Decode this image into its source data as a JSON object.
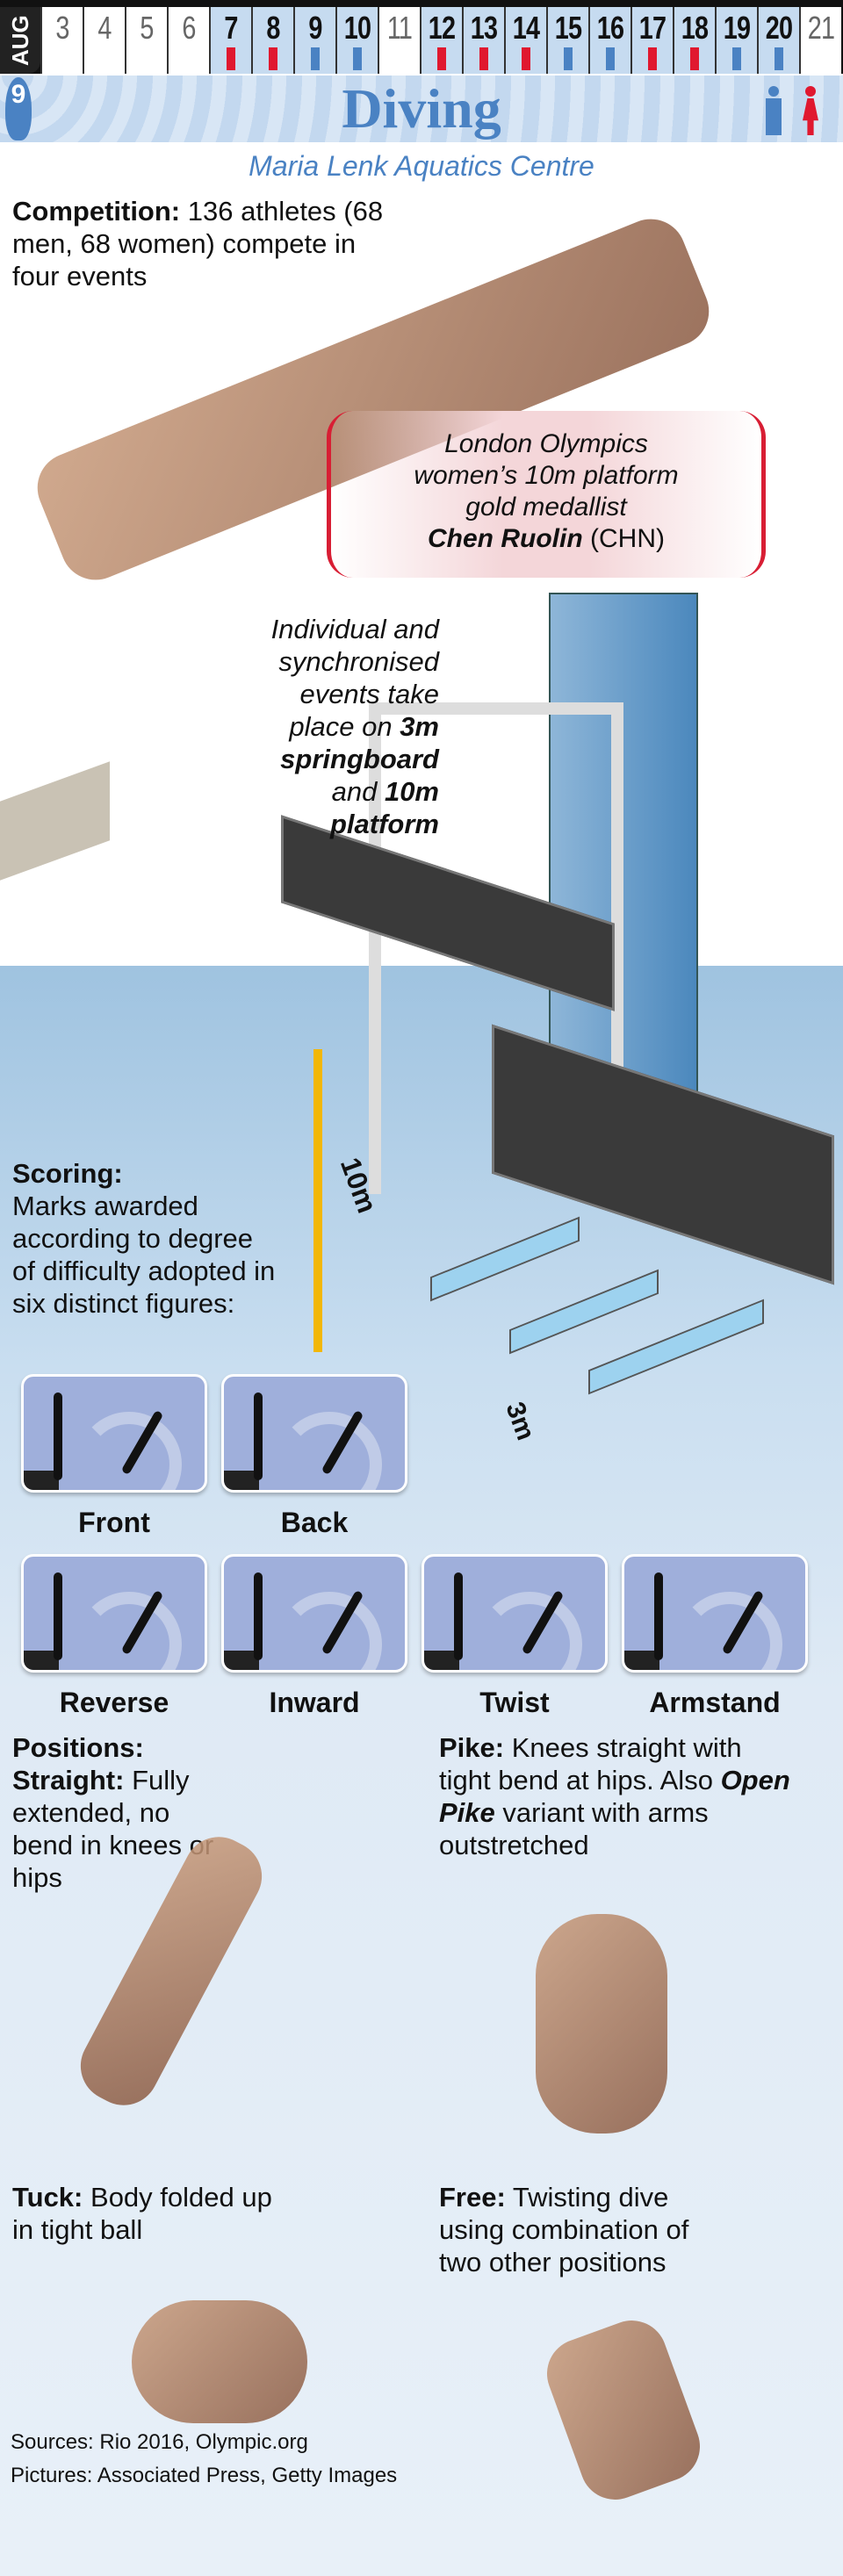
{
  "schedule": {
    "month": "AUG",
    "days": [
      {
        "d": "3",
        "active": false,
        "marks": []
      },
      {
        "d": "4",
        "active": false,
        "marks": []
      },
      {
        "d": "5",
        "active": false,
        "marks": []
      },
      {
        "d": "6",
        "active": false,
        "marks": []
      },
      {
        "d": "7",
        "active": true,
        "marks": [
          "women"
        ]
      },
      {
        "d": "8",
        "active": true,
        "marks": [
          "women"
        ]
      },
      {
        "d": "9",
        "active": true,
        "marks": [
          "men"
        ]
      },
      {
        "d": "10",
        "active": true,
        "marks": [
          "men"
        ]
      },
      {
        "d": "11",
        "active": false,
        "marks": []
      },
      {
        "d": "12",
        "active": true,
        "marks": [
          "women"
        ]
      },
      {
        "d": "13",
        "active": true,
        "marks": [
          "women"
        ]
      },
      {
        "d": "14",
        "active": true,
        "marks": [
          "women"
        ]
      },
      {
        "d": "15",
        "active": true,
        "marks": [
          "men"
        ]
      },
      {
        "d": "16",
        "active": true,
        "marks": [
          "men"
        ]
      },
      {
        "d": "17",
        "active": true,
        "marks": [
          "women"
        ]
      },
      {
        "d": "18",
        "active": true,
        "marks": [
          "women"
        ]
      },
      {
        "d": "19",
        "active": true,
        "marks": [
          "men"
        ]
      },
      {
        "d": "20",
        "active": true,
        "marks": [
          "men"
        ]
      },
      {
        "d": "21",
        "active": false,
        "marks": []
      }
    ]
  },
  "colors": {
    "men": "#4a82c3",
    "women": "#e0182f",
    "accent": "#4a82c3"
  },
  "title": "Diving",
  "venue": "Maria Lenk Aquatics Centre",
  "competition": {
    "label": "Competition:",
    "text": "136 athletes (68 men, 68 women) compete in four events"
  },
  "medallist": {
    "line1": "London Olympics",
    "line2": "women’s 10m platform",
    "line3": "gold medallist",
    "name": "Chen Ruolin",
    "country": "(CHN)"
  },
  "events": {
    "l1": "Individual and",
    "l2": "synchronised",
    "l3": "events take",
    "l4": "place on ",
    "b1": "3m",
    "b2": "springboard",
    "l5": "and ",
    "b3": "10m",
    "b4": "platform"
  },
  "heights": {
    "platform": "10m",
    "springboard": "3m"
  },
  "scoring": {
    "label": "Scoring:",
    "text": "Marks awarded according to degree of difficulty adopted in six distinct figures:"
  },
  "figures": [
    "Front",
    "Back",
    "Reverse",
    "Inward",
    "Twist",
    "Armstand"
  ],
  "positions": {
    "label": "Positions:",
    "straight": {
      "label": "Straight:",
      "text": "Fully extended, no bend in knees or hips"
    },
    "pike": {
      "label": "Pike:",
      "text": "Knees straight with tight bend at hips. Also ",
      "em": "Open Pike",
      "text2": " variant with arms outstretched"
    },
    "tuck": {
      "label": "Tuck:",
      "text": "Body folded up in tight ball"
    },
    "free": {
      "label": "Free:",
      "text": "Twisting dive using combination of two other positions"
    }
  },
  "sources": "Sources: Rio 2016, Olympic.org",
  "pictures": "Pictures: Associated Press, Getty Images"
}
